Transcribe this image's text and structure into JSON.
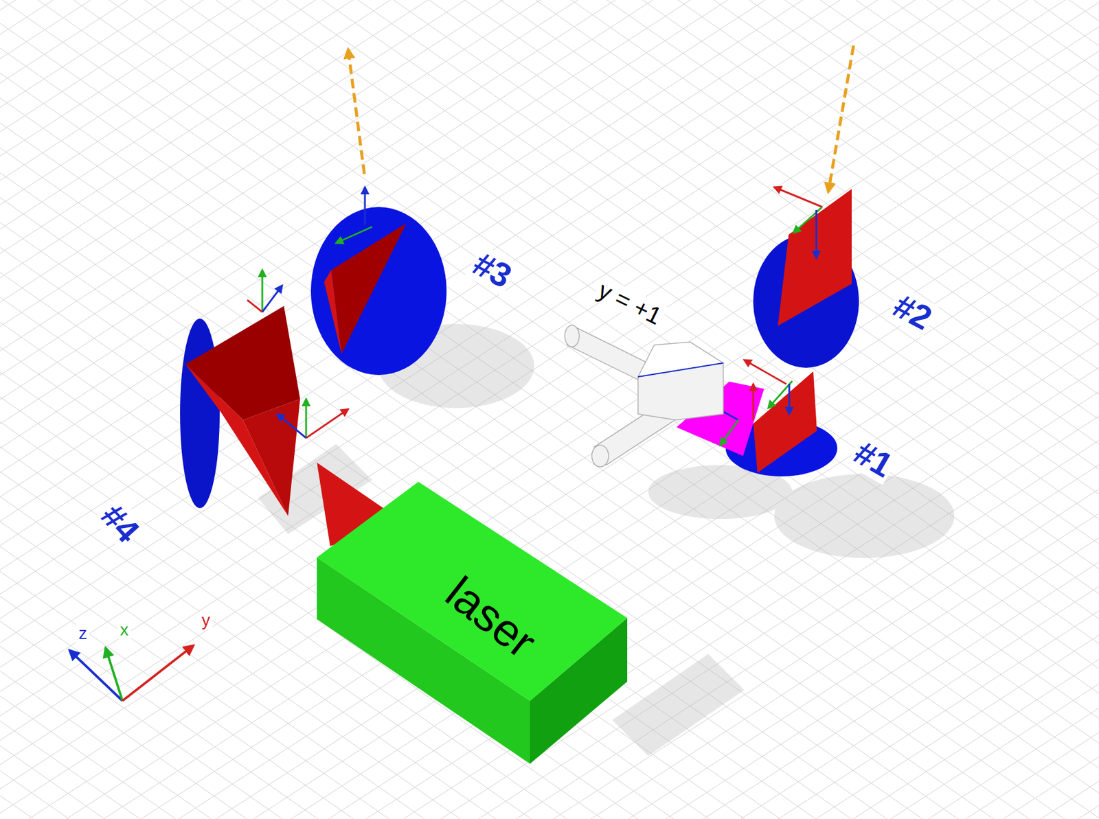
{
  "diagram": {
    "nodes": [
      {
        "text": [
          "laser"
        ]
      }
    ],
    "labels": [
      "#3",
      "y = +1",
      "#2",
      "#1",
      "#4",
      "z",
      "x",
      "y"
    ]
  }
}
